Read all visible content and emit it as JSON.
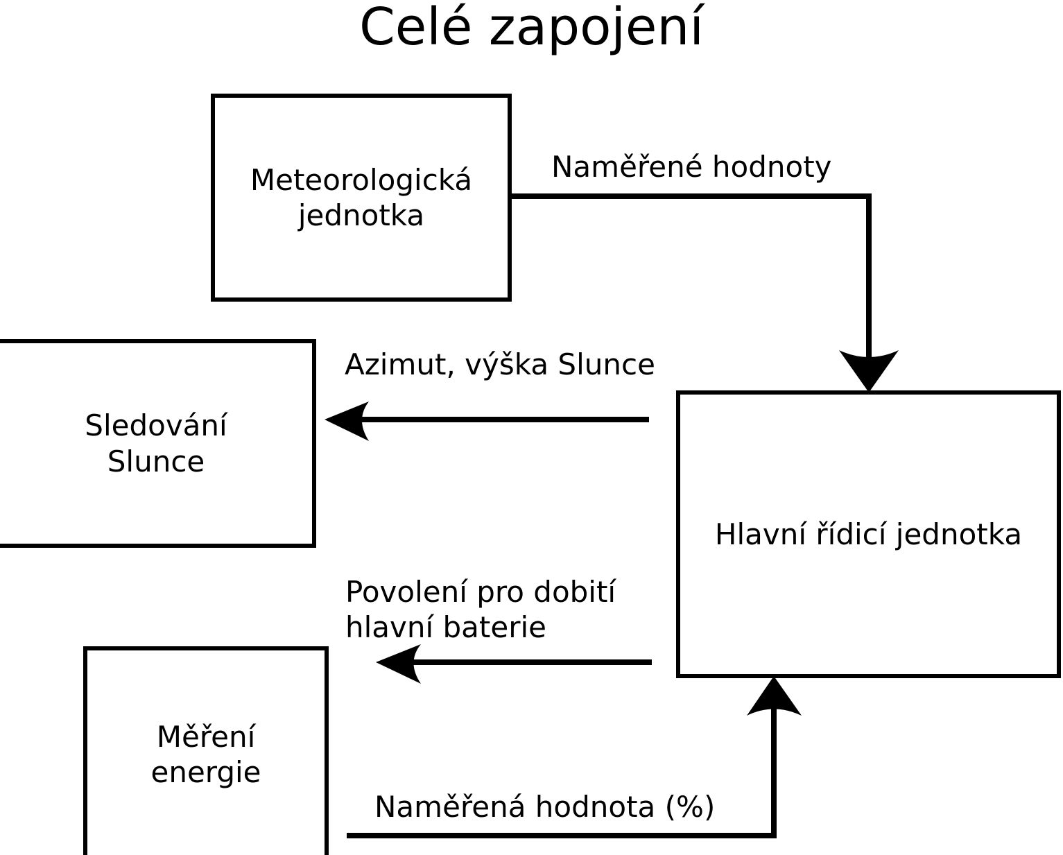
{
  "diagram": {
    "title": "Celé zapojení",
    "type": "block-diagram",
    "background_color": "#ffffff",
    "line_color": "#000000",
    "nodes": [
      {
        "id": "meteo",
        "label": "Meteorologická\njednotka"
      },
      {
        "id": "sun",
        "label": "Sledování\nSlunce"
      },
      {
        "id": "main",
        "label": "Hlavní řídicí jednotka"
      },
      {
        "id": "energy",
        "label": "Měření\nenergie"
      }
    ],
    "edges": [
      {
        "id": "measured-values",
        "from": "meteo",
        "to": "main",
        "label": "Naměřené hodnoty"
      },
      {
        "id": "azimuth",
        "from": "main",
        "to": "sun",
        "label": "Azimut, výška Slunce"
      },
      {
        "id": "charge-permission",
        "from": "main",
        "to": "energy",
        "label": "Povolení pro dobití\nhlavní baterie"
      },
      {
        "id": "measured-percent",
        "from": "energy",
        "to": "main",
        "label": "Naměřená hodnota (%)"
      }
    ]
  }
}
